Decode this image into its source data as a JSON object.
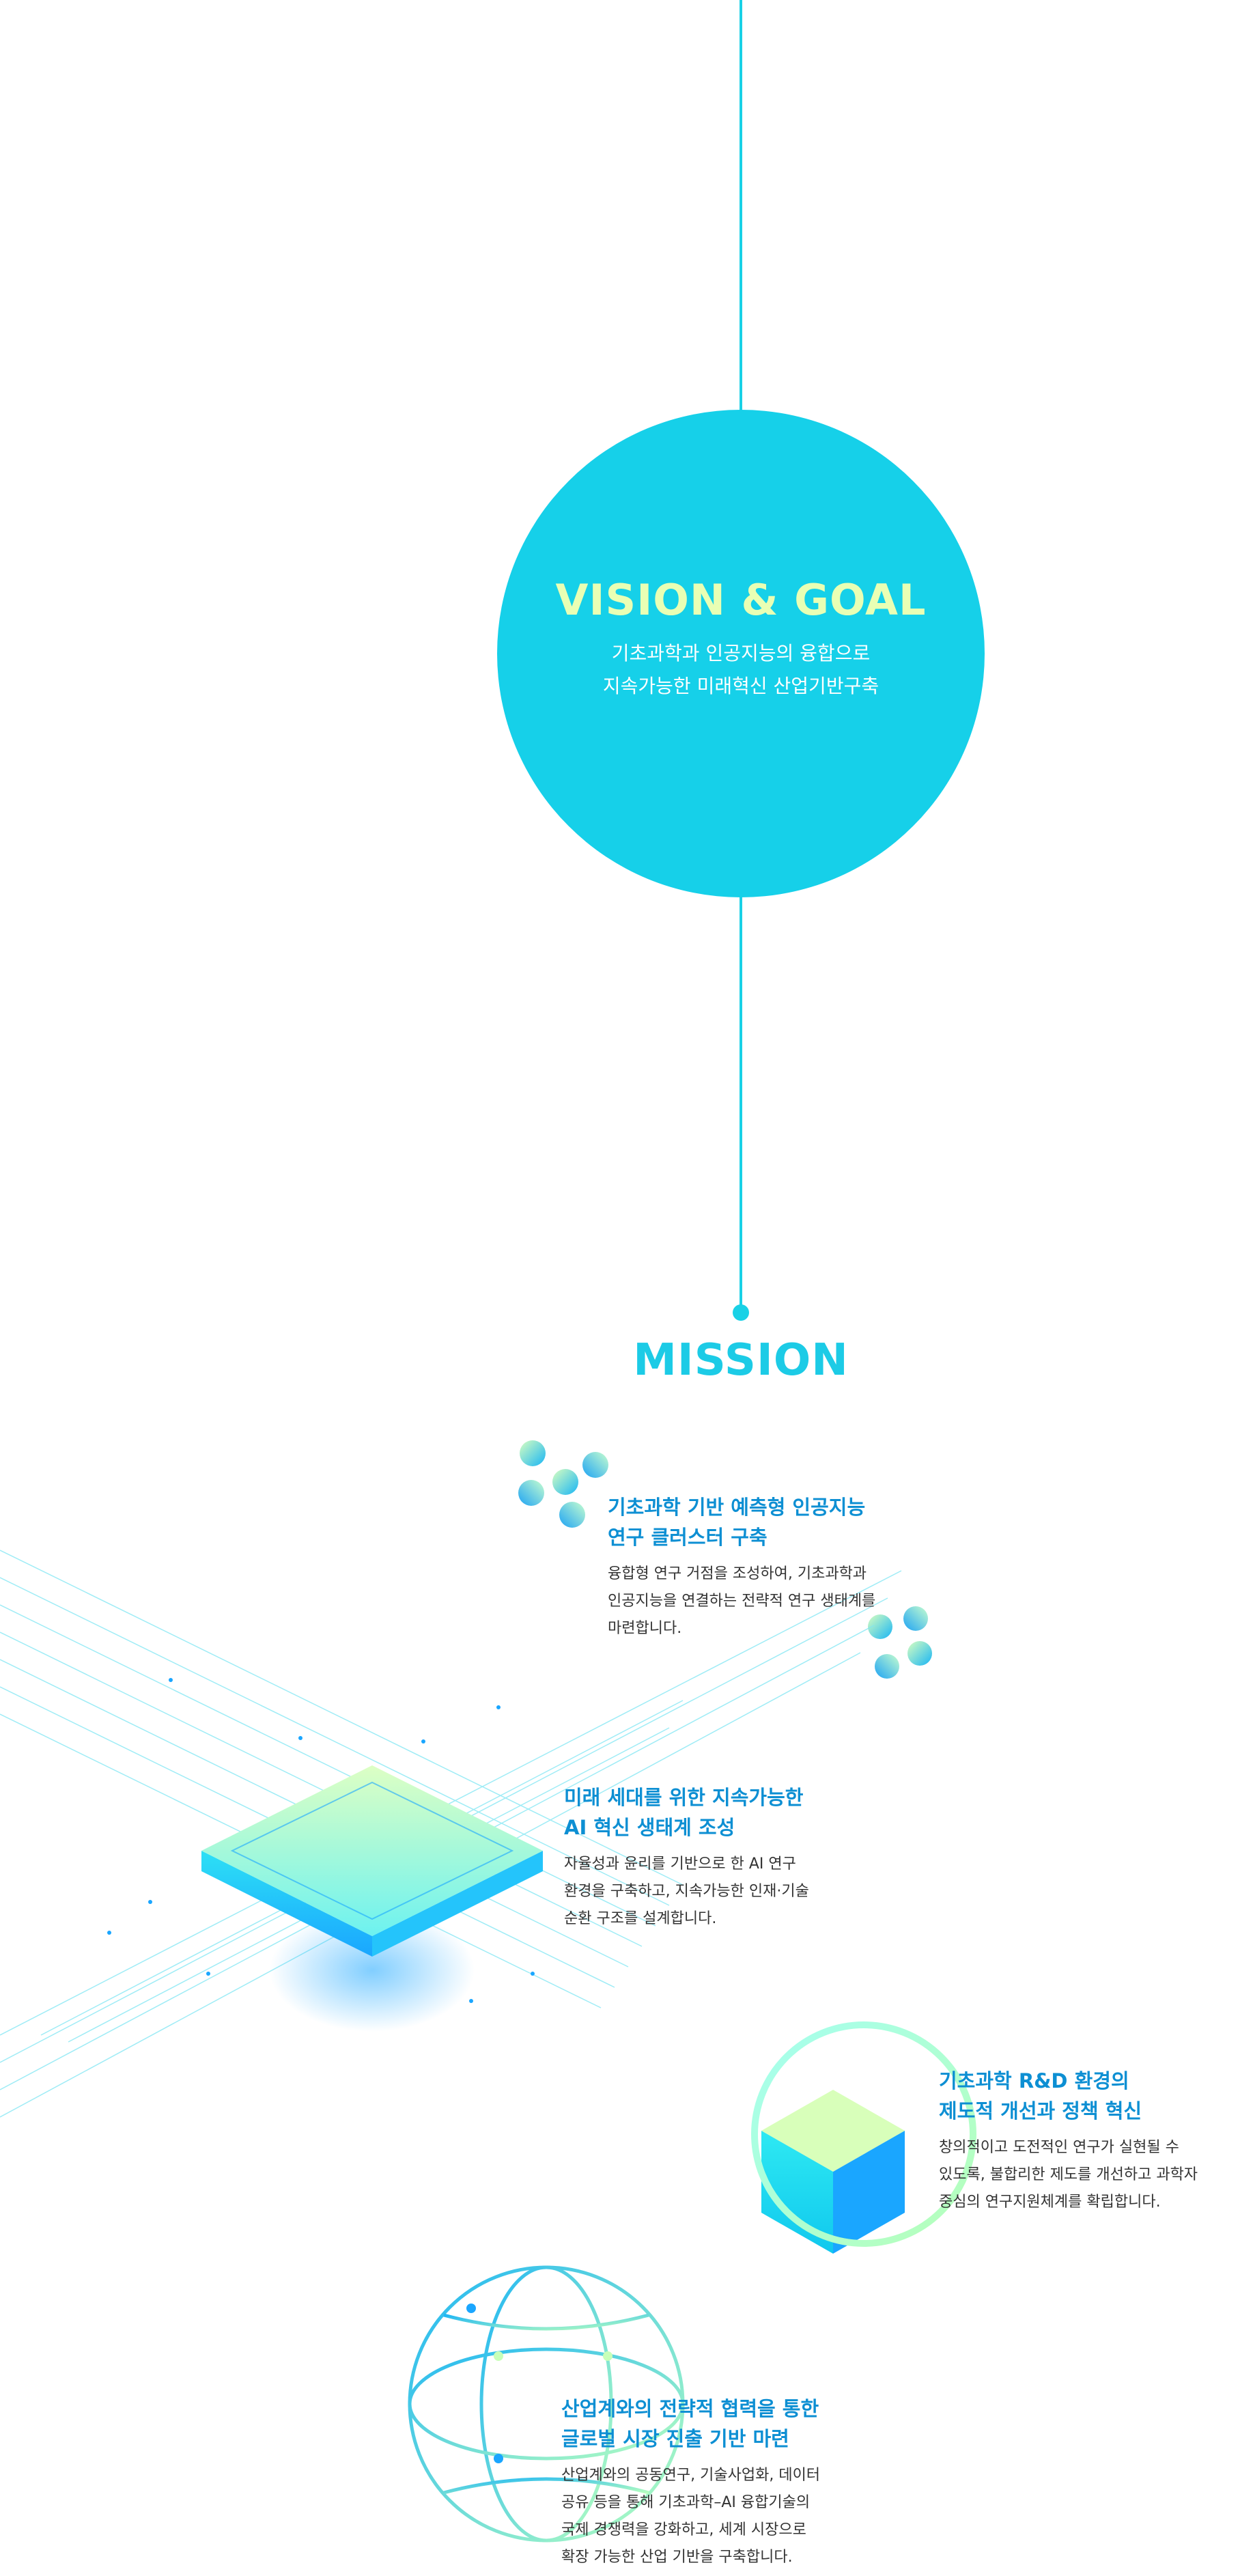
{
  "vision": {
    "title": "VISION & GOAL",
    "lines": [
      "기초과학과 인공지능의 융합으로",
      "지속가능한 미래혁신 산업기반구축"
    ]
  },
  "mission": {
    "title": "MISSION",
    "items": [
      {
        "title_lines": [
          "기초과학 기반 예측형 인공지능",
          "연구 클러스터 구축"
        ],
        "desc_lines": [
          "융합형 연구 거점을 조성하여, 기초과학과",
          "인공지능을 연결하는 전략적 연구 생태계를",
          "마련합니다."
        ]
      },
      {
        "title_lines": [
          "미래 세대를 위한 지속가능한",
          "AI 혁신 생태계 조성"
        ],
        "desc_lines": [
          "자율성과 윤리를 기반으로 한 AI 연구",
          "환경을 구축하고, 지속가능한 인재·기술",
          "순환 구조를 설계합니다."
        ]
      },
      {
        "title_lines": [
          "기초과학 R&D 환경의",
          "제도적 개선과 정책 혁신"
        ],
        "desc_lines": [
          "창의적이고 도전적인 연구가 실현될 수",
          "있도록, 불합리한 제도를 개선하고 과학자",
          "중심의 연구지원체계를 확립합니다."
        ]
      },
      {
        "title_lines": [
          "산업계와의 전략적 협력을 통한",
          "글로벌 시장 진출 기반 마련"
        ],
        "desc_lines": [
          "산업계와의 공동연구, 기술사업화, 데이터",
          "공유 등을 통해 기초과학–AI 융합기술의",
          "국제 경쟁력을 강화하고, 세계 시장으로",
          "확장 가능한 산업 기반을 구축합니다."
        ]
      }
    ]
  },
  "colors": {
    "accent": "#16d0e9",
    "vision_title": "#e9ffb4",
    "mission_heading": "#0d8fd3",
    "body_text": "#333333"
  },
  "icons": [
    "molecule-dots-icon",
    "isometric-chip-icon",
    "isometric-cube-ring-icon",
    "globe-icon"
  ]
}
